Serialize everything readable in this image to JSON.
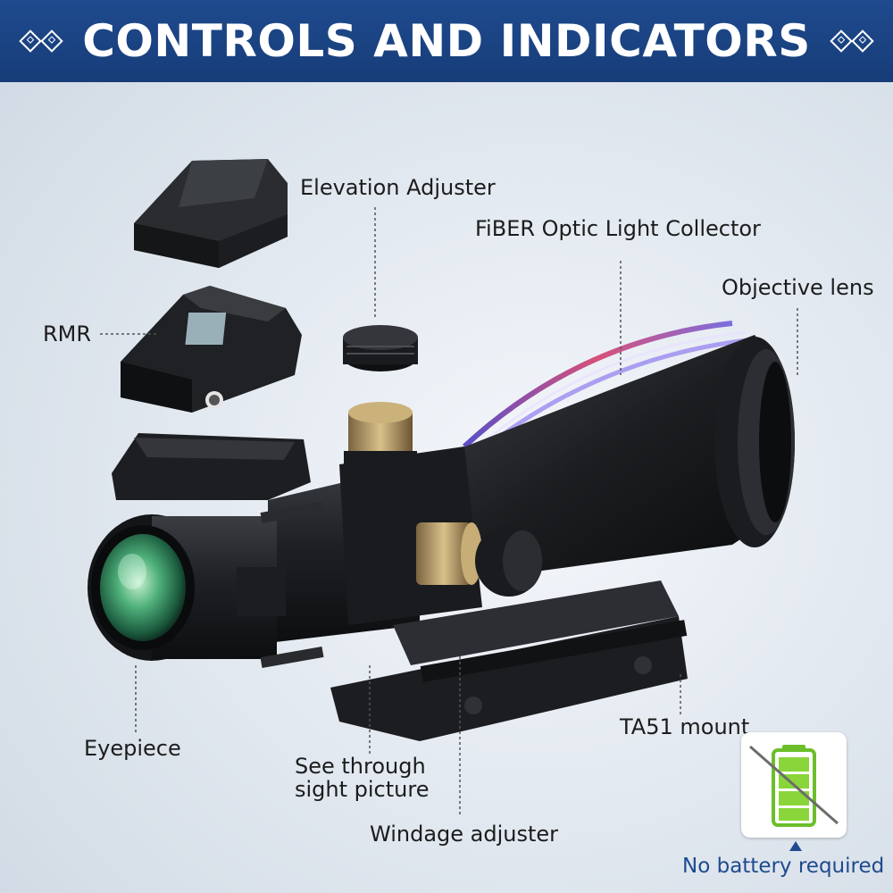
{
  "banner": {
    "title": "CONTROLS AND INDICATORS"
  },
  "labels": {
    "elevation_adjuster": "Elevation Adjuster",
    "fiber_optic": "FiBER Optic Light Collector",
    "objective_lens": "Objective lens",
    "rmr": "RMR",
    "eyepiece": "Eyepiece",
    "see_through_line1": "See through",
    "see_through_line2": "sight picture",
    "ta51_mount": "TA51 mount",
    "windage_adjuster": "Windage adjuster"
  },
  "battery": {
    "caption": "No battery required",
    "icon": "battery-crossed-icon"
  },
  "colors": {
    "banner": "#1e4a8e",
    "text": "#1c1c1c",
    "caption": "#1e4a8e",
    "battery_green": "#7ed321"
  }
}
